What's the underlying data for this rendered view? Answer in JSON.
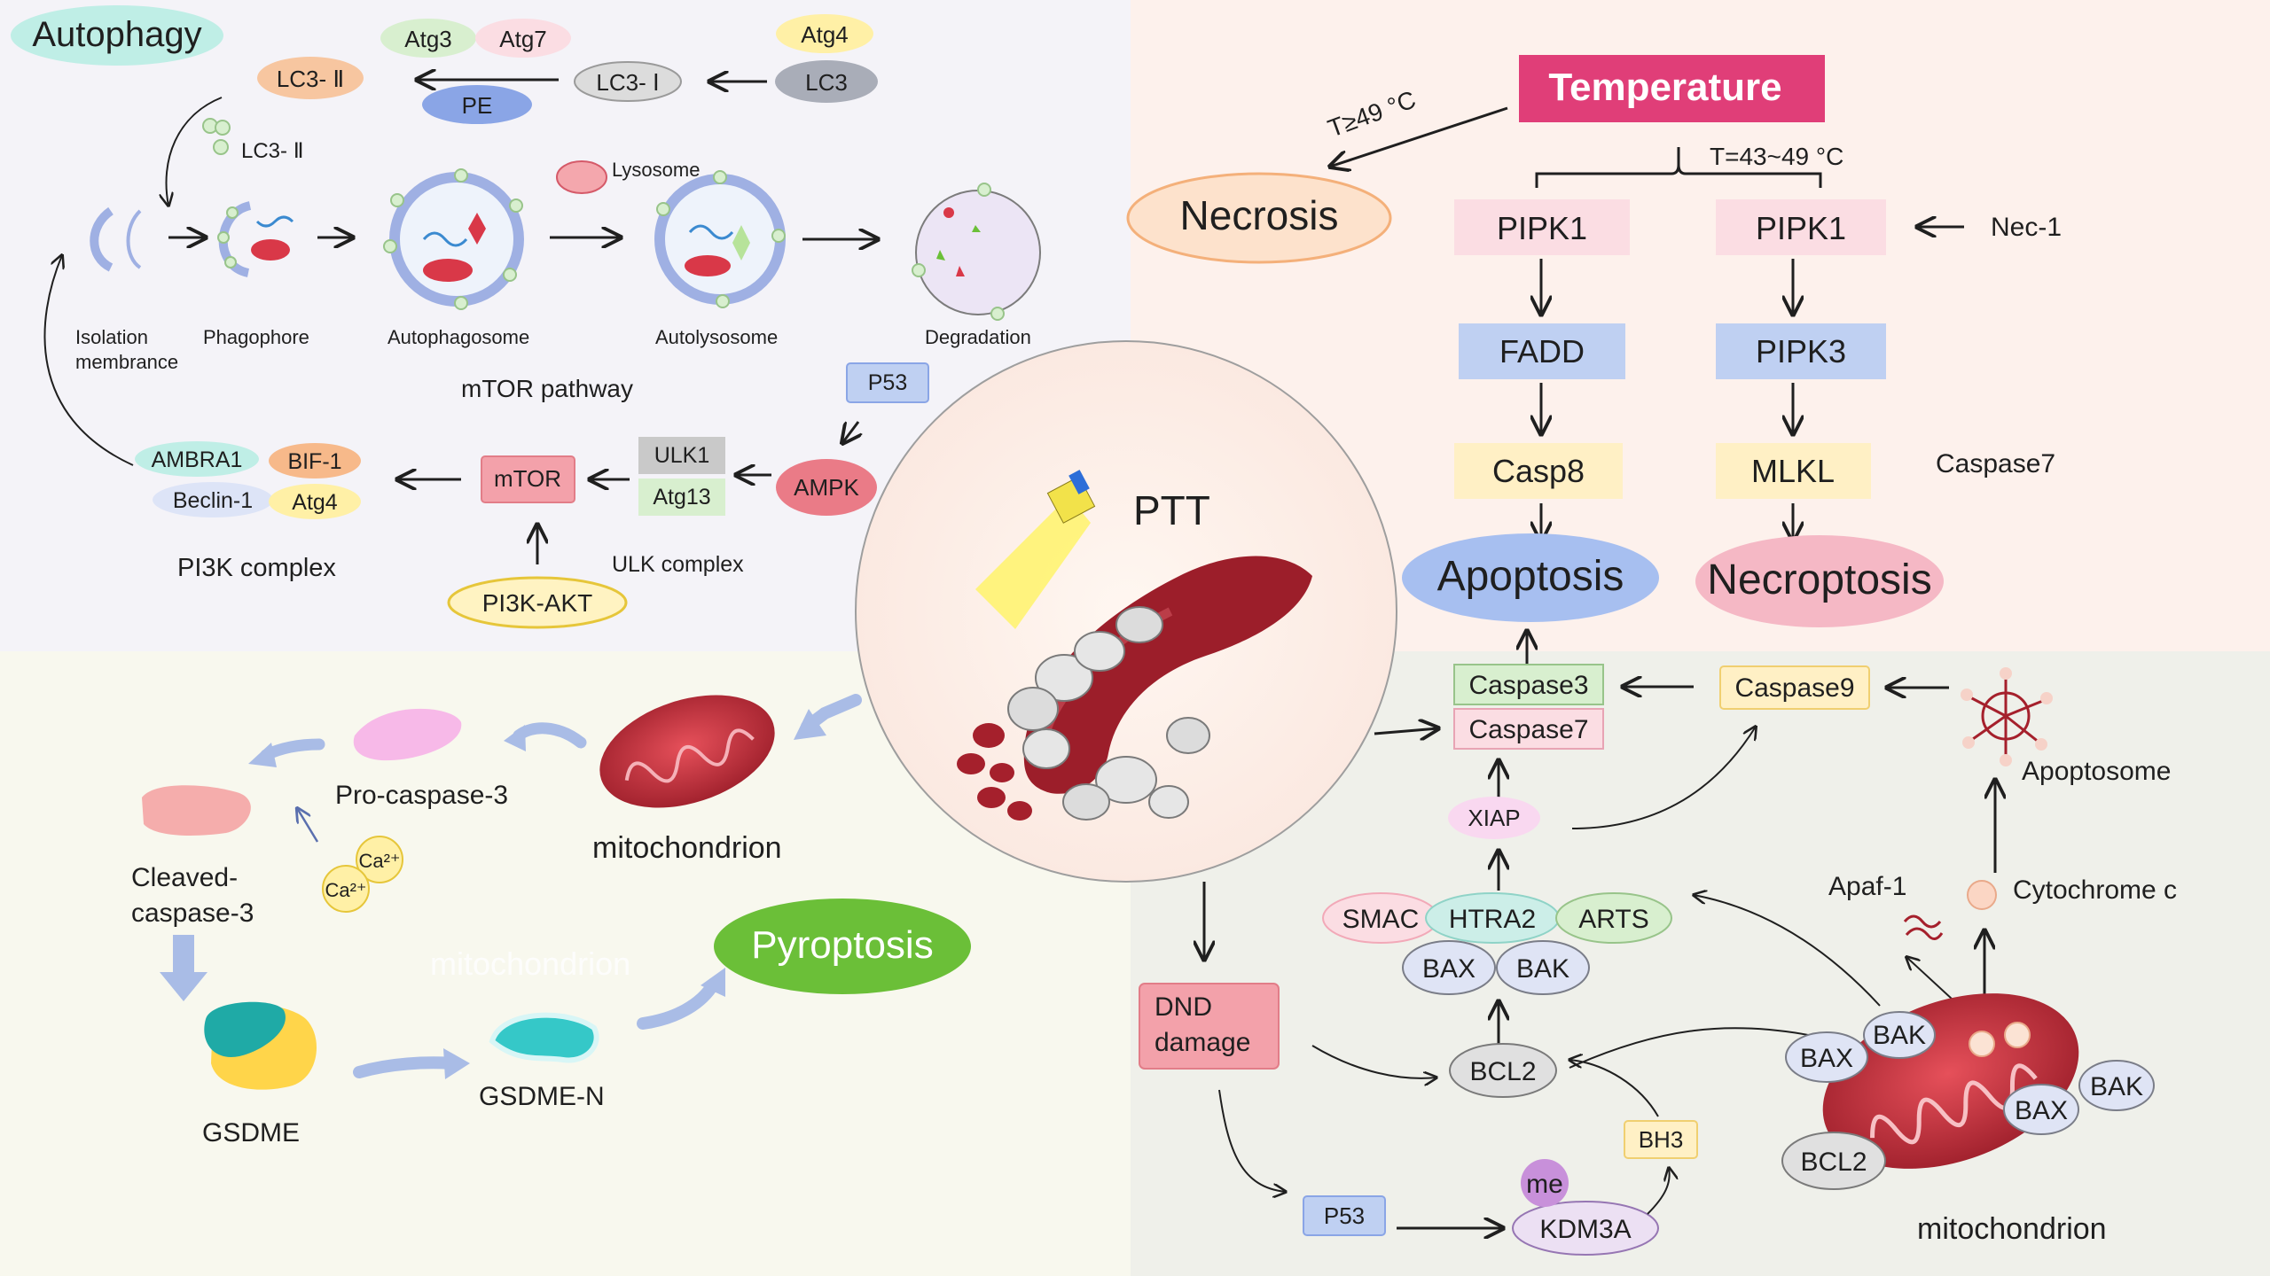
{
  "colors": {
    "autophagy_bg": "#f4f3f8",
    "temperature_bg": "#fdf1ec",
    "pyro_bg": "#f8f8ee",
    "mito_bg": "#eff0ea",
    "temperature_header": "#e03e78",
    "necrosis_fill": "#fde2cc",
    "apoptosis_fill": "#a7bff0",
    "necroptosis_fill": "#f5b8c5",
    "pyroptosis_fill": "#6bbf38",
    "pink_box": "#fbdde3",
    "blue_box": "#bfd0f2",
    "yellow_box": "#fff0c5",
    "red_box": "#f3a1aa",
    "green_box": "#d8efcf",
    "gray_box": "#c9c9c9",
    "purple_fill": "#c890da",
    "arrow": "#1f1f1f",
    "big_arrow": "#a9bce6"
  },
  "autophagy": {
    "title": "Autophagy",
    "atg3": "Atg3",
    "atg7": "Atg7",
    "atg4": "Atg4",
    "lc3_ii_top": "LC3- Ⅱ",
    "pe": "PE",
    "lc3_i": "LC3- Ⅰ",
    "lc3": "LC3",
    "lc3_ii_label": "LC3- Ⅱ",
    "lysosome": "Lysosome",
    "isolation_1": "Isolation",
    "isolation_2": "membrance",
    "phagophore": "Phagophore",
    "autophagosome": "Autophagosome",
    "autolysosome": "Autolysosome",
    "degradation": "Degradation",
    "mtor_pathway": "mTOR pathway",
    "p53": "P53",
    "ambra1": "AMBRA1",
    "bif1": "BIF-1",
    "beclin1": "Beclin-1",
    "atg4_b": "Atg4",
    "mtor": "mTOR",
    "ulk1": "ULK1",
    "atg13": "Atg13",
    "ampk": "AMPK",
    "pi3k_complex": "PI3K complex",
    "pi3k_akt": "PI3K-AKT",
    "ulk_complex": "ULK complex"
  },
  "temperature": {
    "title": "Temperature",
    "t_necrosis": "T≥49 °C",
    "t_range": "T=43~49 °C",
    "necrosis": "Necrosis",
    "pipk1_left": "PIPK1",
    "pipk1_right": "PIPK1",
    "nec1": "Nec-1",
    "fadd": "FADD",
    "pipk3": "PIPK3",
    "casp8": "Casp8",
    "mlkl": "MLKL",
    "caspase7_label": "Caspase7",
    "apoptosis": "Apoptosis",
    "necroptosis": "Necroptosis"
  },
  "center": {
    "ptt": "PTT"
  },
  "pyroptosis": {
    "pro_caspase3": "Pro-caspase-3",
    "mitochondrion": "mitochondrion",
    "cleaved_1": "Cleaved-",
    "cleaved_2": "caspase-3",
    "ca1": "Ca²⁺",
    "ca2": "Ca²⁺",
    "gsdme": "GSDME",
    "gsdme_n": "GSDME-N",
    "ghost": "mitochondrion",
    "pyroptosis": "Pyroptosis"
  },
  "mito": {
    "caspase3": "Caspase3",
    "caspase7": "Caspase7",
    "caspase9": "Caspase9",
    "apoptosome": "Apoptosome",
    "xiap": "XIAP",
    "smac": "SMAC",
    "htra2": "HTRA2",
    "arts": "ARTS",
    "bax": "BAX",
    "bak": "BAK",
    "apaf1": "Apaf-1",
    "cytochrome_c": "Cytochrome c",
    "dnd_1": "DND",
    "dnd_2": "damage",
    "bcl2": "BCL2",
    "bh3": "BH3",
    "p53": "P53",
    "me": "me",
    "kdm3a": "KDM3A",
    "bax_l": "BAX",
    "bak_t": "BAK",
    "bak_r": "BAK",
    "bax_b": "BAX",
    "bcl2_b": "BCL2",
    "mitochondrion": "mitochondrion"
  }
}
